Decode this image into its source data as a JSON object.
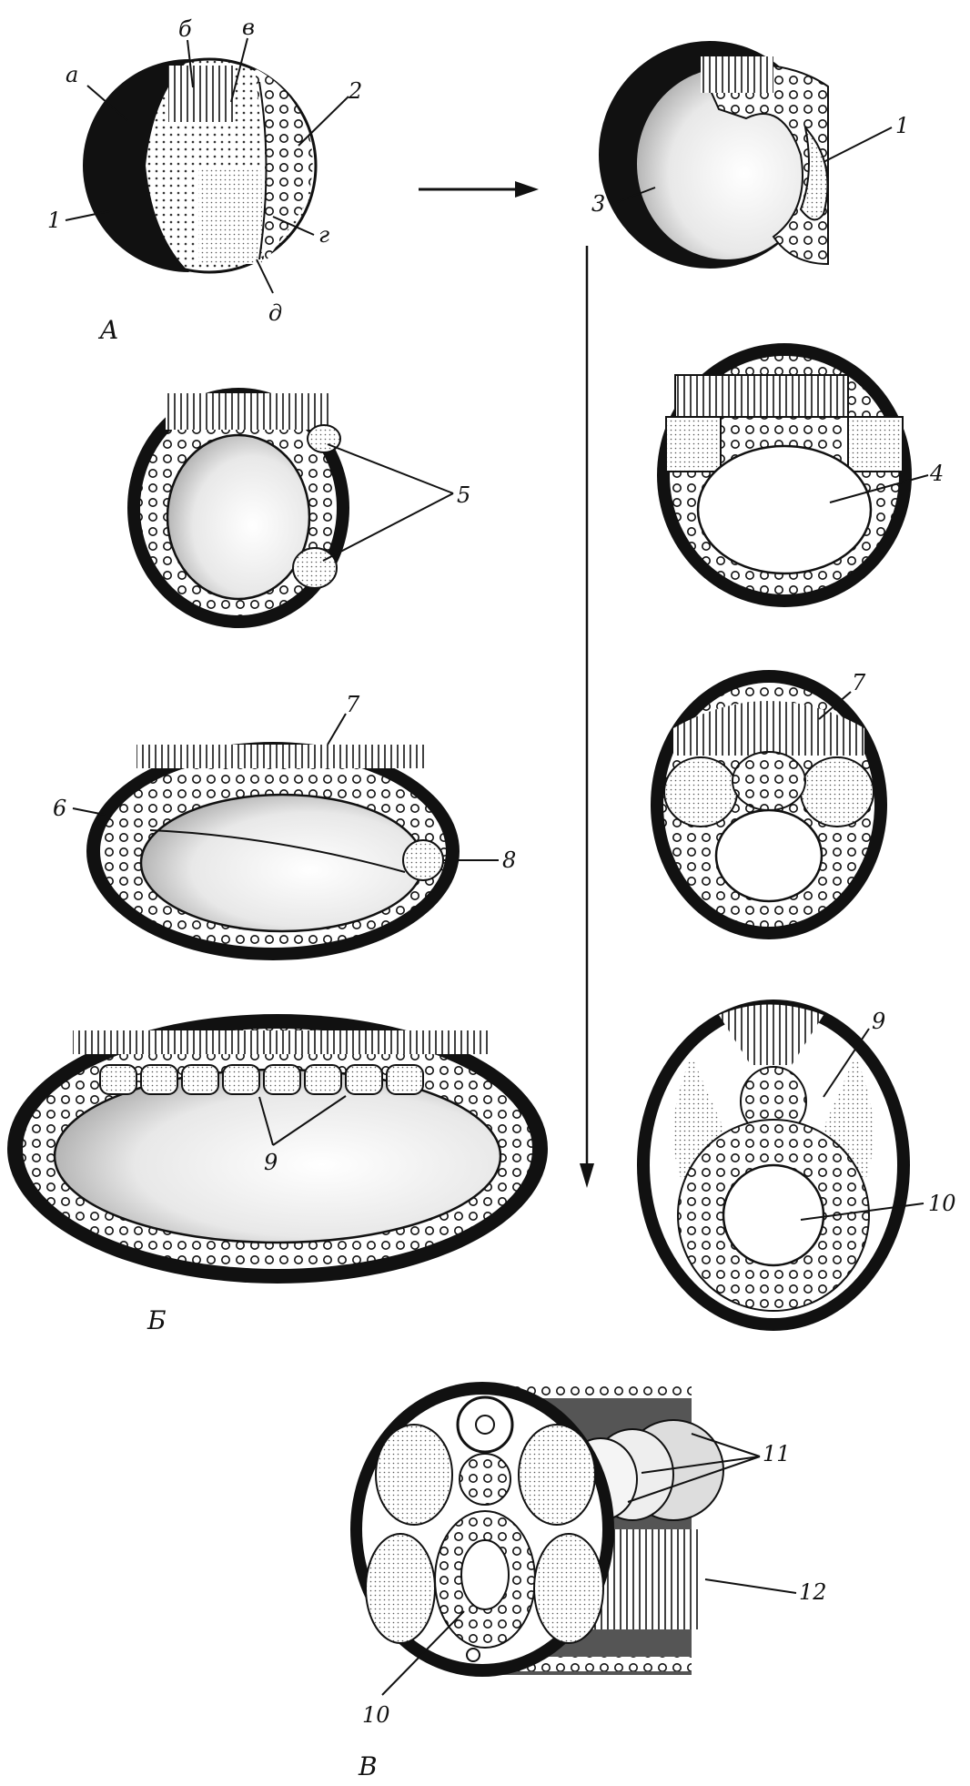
{
  "panels": {
    "A": "A",
    "B": "Б",
    "C": "В"
  },
  "labels": {
    "a": "а",
    "b": "б",
    "v": "в",
    "g": "г",
    "d": "д",
    "n1": "1",
    "n2": "2",
    "n3": "3",
    "n4": "4",
    "n5": "5",
    "n6": "6",
    "n7": "7",
    "n8": "8",
    "n9": "9",
    "n10": "10",
    "n11": "11",
    "n12": "12"
  },
  "colors": {
    "ink": "#111111",
    "paper": "#ffffff",
    "stipple": "#888888"
  }
}
